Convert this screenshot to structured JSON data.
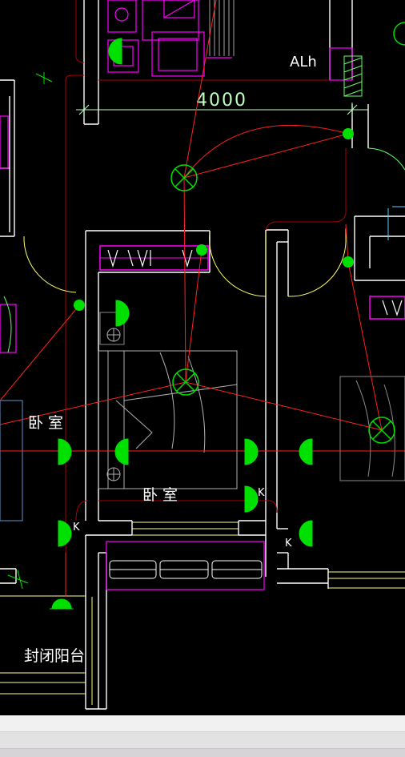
{
  "labels": {
    "panel_tag": "ALh",
    "dimension": "4000",
    "bedroom_left": "卧 室",
    "bedroom_center": "卧 室",
    "balcony": "封闭阳台",
    "switch_k_1": "K",
    "switch_k_2": "K",
    "switch_k_3": "K"
  },
  "colors": {
    "background": "#000000",
    "wall": "#ffffff",
    "wire": "#ff2020",
    "fixture": "#00e000",
    "furniture": "#ff00ff",
    "door_arc": "#ffff66",
    "dimension": "#c0ffc0",
    "text": "#ffffff"
  }
}
